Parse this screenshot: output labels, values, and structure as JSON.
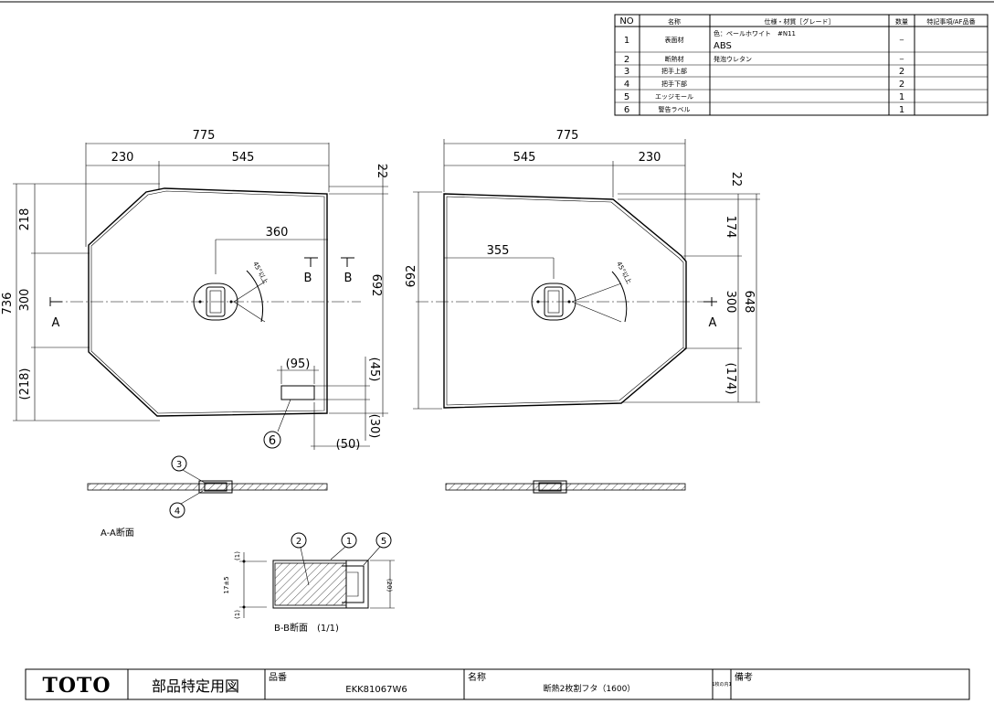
{
  "parts_table": {
    "headers": [
      "NO",
      "名称",
      "仕様・材質［グレード］",
      "数量",
      "特記事項/AF品番"
    ],
    "rows": [
      {
        "no": "1",
        "name": "表面材",
        "spec": "色：ペールホワイト　#N11",
        "spec2": "ABS",
        "qty": "−",
        "note": ""
      },
      {
        "no": "2",
        "name": "断熱材",
        "spec": "発泡ウレタン",
        "spec2": "",
        "qty": "−",
        "note": ""
      },
      {
        "no": "3",
        "name": "把手上部",
        "spec": "",
        "spec2": "",
        "qty": "2",
        "note": ""
      },
      {
        "no": "4",
        "name": "把手下部",
        "spec": "",
        "spec2": "",
        "qty": "2",
        "note": ""
      },
      {
        "no": "5",
        "name": "エッジモール",
        "spec": "",
        "spec2": "",
        "qty": "1",
        "note": ""
      },
      {
        "no": "6",
        "name": "警告ラベル",
        "spec": "",
        "spec2": "",
        "qty": "1",
        "note": ""
      }
    ]
  },
  "left_view": {
    "dims": {
      "total_width": "775",
      "seg_a": "230",
      "seg_b": "545",
      "top_offset": "22",
      "h1": "218",
      "h2": "300",
      "h3": "(218)",
      "total_height": "736",
      "height": "692",
      "handle_offset": "360",
      "label_w": "(95)",
      "label_h1": "(45)",
      "label_h2": "(30)",
      "label_x": "(50)",
      "angle": "45°以上"
    },
    "section_a": "A",
    "section_b": "B",
    "callout": "6"
  },
  "right_view": {
    "dims": {
      "total_width": "775",
      "seg_a": "545",
      "seg_b": "230",
      "top_offset": "22",
      "h1": "174",
      "h2": "300",
      "h3": "(174)",
      "total_height": "648",
      "height": "692",
      "handle_offset": "355",
      "angle": "45°以上"
    },
    "section_a": "A"
  },
  "section_aa": {
    "caption": "A-A断面",
    "callout_top": "3",
    "callout_bottom": "4"
  },
  "section_bb": {
    "caption": "B-B断面　(1/1)",
    "callouts": [
      "2",
      "1",
      "5"
    ],
    "dims": {
      "top": "(1)",
      "mid": "17±5",
      "bottom": "(1)",
      "height": "(20)"
    }
  },
  "title_block": {
    "brand": "TOTO",
    "doc_type": "部品特定用図",
    "part_no_label": "品番",
    "part_no": "EKK81067W6",
    "name_label": "名称",
    "name": "断熱2枚割フタ（1600）",
    "sheet_mark": "1枚の内1",
    "remarks_label": "備考"
  }
}
